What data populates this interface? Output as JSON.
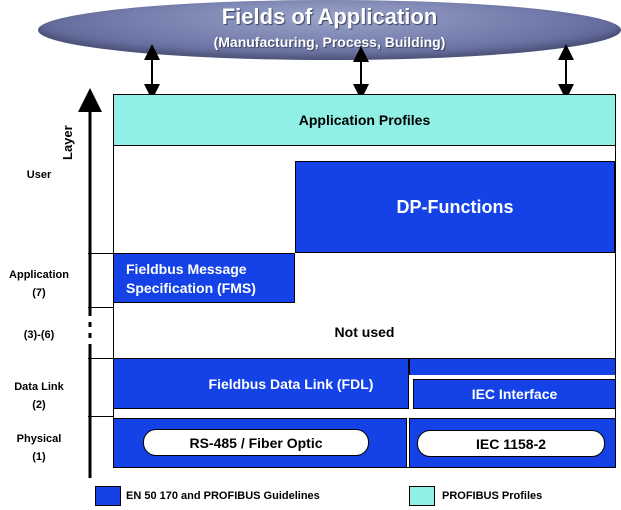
{
  "header": {
    "title": "Fields of Application",
    "subtitle": "(Manufacturing, Process, Building)"
  },
  "axis": {
    "label": "Layer"
  },
  "layers": [
    {
      "name": "User"
    },
    {
      "name": "Application",
      "number": "(7)"
    },
    {
      "name": "(3)-(6)"
    },
    {
      "name": "Data Link",
      "number": "(2)"
    },
    {
      "name": "Physical",
      "number": "(1)"
    }
  ],
  "blocks": {
    "application_profiles": "Application Profiles",
    "dp_functions": "DP-Functions",
    "fms_line1": "Fieldbus Message",
    "fms_line2": "Specification (FMS)",
    "not_used": "Not used",
    "fdl": "Fieldbus Data Link (FDL)",
    "iec_interface": "IEC Interface",
    "rs485": "RS-485 / Fiber Optic",
    "iec1158": "IEC 1158-2"
  },
  "legend": {
    "blue_label": "EN 50 170  and PROFIBUS Guidelines",
    "cyan_label": "PROFIBUS Profiles"
  },
  "colors": {
    "blue": "#1442e6",
    "cyan": "#90f0e6",
    "ellipse": "#6f78a8"
  }
}
